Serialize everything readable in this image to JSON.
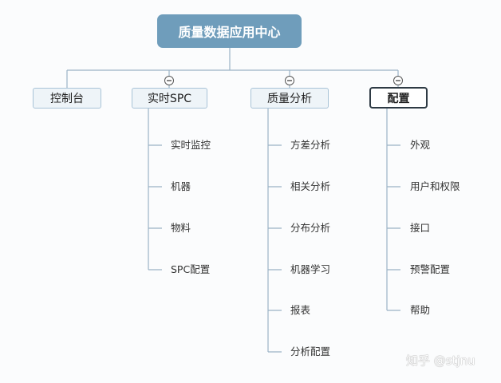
{
  "root": {
    "label": "质量数据应用中心"
  },
  "branches": [
    {
      "label": "控制台",
      "leaves": []
    },
    {
      "label": "实时SPC",
      "leaves": [
        "实时监控",
        "机器",
        "物料",
        "SPC配置"
      ]
    },
    {
      "label": "质量分析",
      "leaves": [
        "方差分析",
        "相关分析",
        "分布分析",
        "机器学习",
        "报表",
        "分析配置"
      ]
    },
    {
      "label": "配置",
      "leaves": [
        "外观",
        "用户和权限",
        "接口",
        "预警配置",
        "帮助"
      ]
    }
  ],
  "watermark": "知乎 @stjnu",
  "colors": {
    "root_fill": "#6f9dbb",
    "branch_fill": "#eef4f8",
    "branch_border": "#a8c3d7",
    "selected_border": "#2e3a44",
    "connector": "#9bb3c6"
  },
  "icons": {
    "collapse": "minus-circle-icon"
  }
}
